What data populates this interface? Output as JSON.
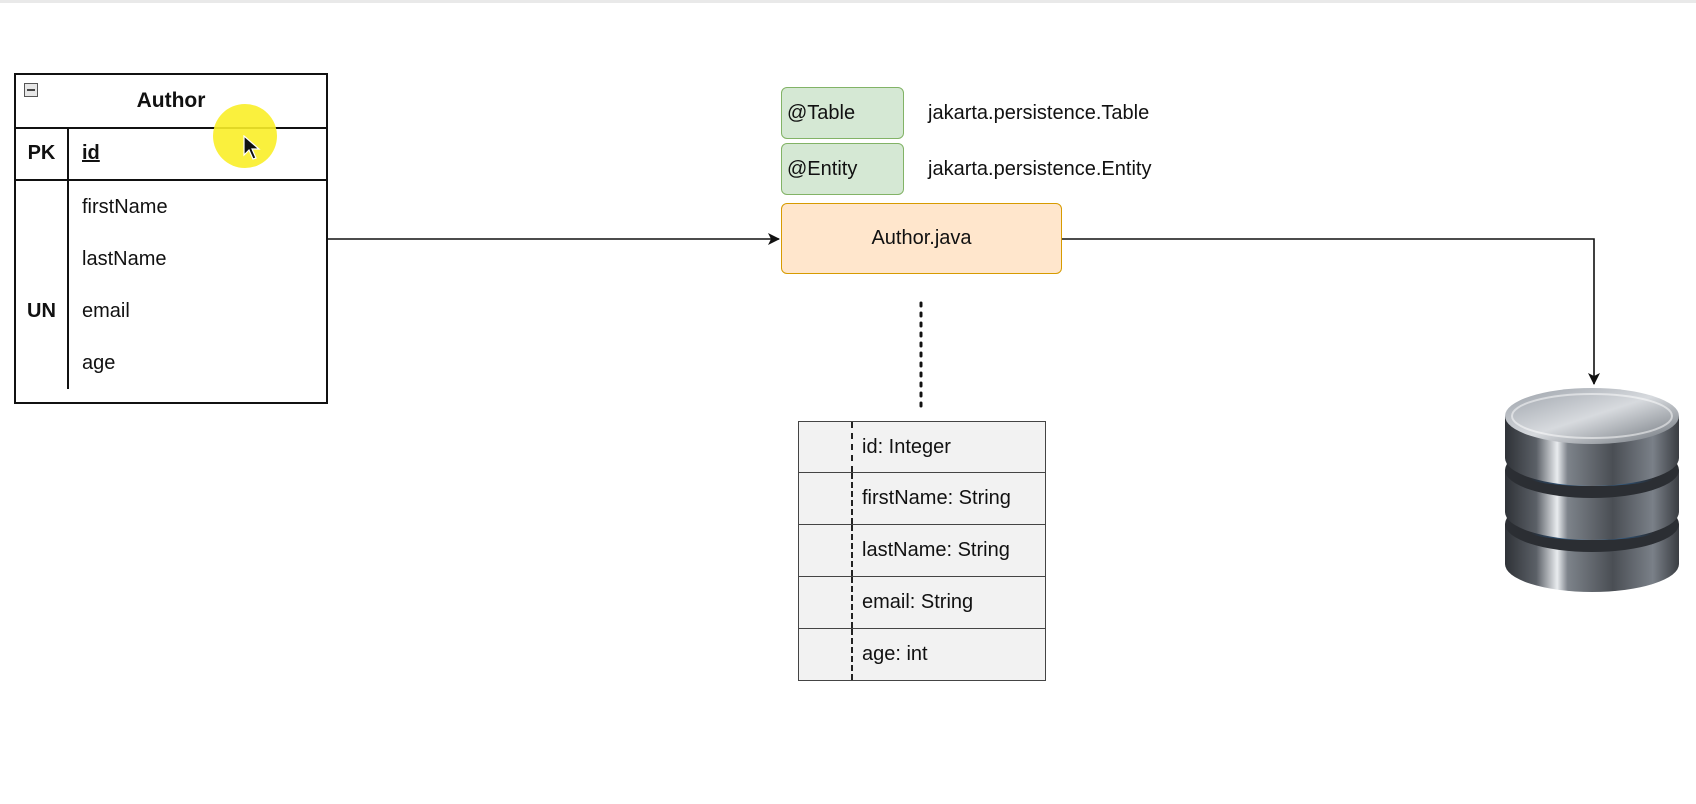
{
  "entity": {
    "title": "Author",
    "pk_key": "PK",
    "pk_field": "id",
    "fields": [
      {
        "key": "",
        "name": "firstName"
      },
      {
        "key": "",
        "name": "lastName"
      },
      {
        "key": "UN",
        "name": "email"
      },
      {
        "key": "",
        "name": "age"
      }
    ]
  },
  "annotations": [
    {
      "label": "@Table",
      "qualified": "jakarta.persistence.Table"
    },
    {
      "label": "@Entity",
      "qualified": "jakarta.persistence.Entity"
    }
  ],
  "java_class": {
    "name": "Author.java"
  },
  "class_fields": [
    "id: Integer",
    "firstName: String",
    "lastName: String",
    "email: String",
    "age: int"
  ],
  "icons": {
    "database": "database-icon",
    "cursor": "cursor-arrow-icon",
    "collapse": "collapse-icon"
  },
  "colors": {
    "annotation_fill": "#d5e8d4",
    "annotation_stroke": "#82b366",
    "class_fill": "#ffe6cc",
    "class_stroke": "#d79b00",
    "fields_fill": "#f2f2f2",
    "cursor_highlight": "#faee28"
  }
}
